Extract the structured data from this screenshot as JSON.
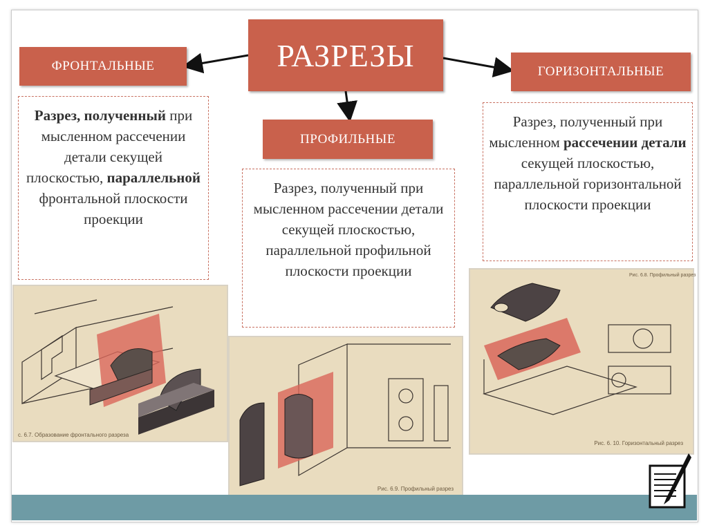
{
  "title": "РАЗРЕЗЫ",
  "frontal": {
    "label": "ФРОНТАЛЬНЫЕ",
    "def_bold_1": "Разрез, полученный",
    "def_text_1": " при мысленном рассечении детали секущей плоскостью, ",
    "def_bold_2": "параллельной",
    "def_text_2": " фронтальной плоскости проекции",
    "figure_caption": "с. 6.7. Образование фронтального разреза"
  },
  "profile": {
    "label": "ПРОФИЛЬНЫЕ",
    "definition": "Разрез, полученный при мысленном рассечении детали секущей плоскостью, параллельной профильной плоскости проекции",
    "figure_caption": "Рис. 6.9. Профильный разрез"
  },
  "horizontal": {
    "label": "ГОРИЗОНТАЛЬНЫЕ",
    "def_text_1": "Разрез, полученный при мысленном ",
    "def_bold_1": "рассечении детали",
    "def_text_2": " секущей плоскостью, параллельной горизонтальной плоскости проекции",
    "figure_caption_top": "Рис. 6.8. Профильный разрез",
    "figure_caption": "Рис. 6. 10. Горизонтальный разрез"
  },
  "colors": {
    "accent": "#c9614c",
    "footer": "#6e9ba5",
    "figure_bg": "#e9dcbf",
    "section_red": "#d9675a"
  }
}
